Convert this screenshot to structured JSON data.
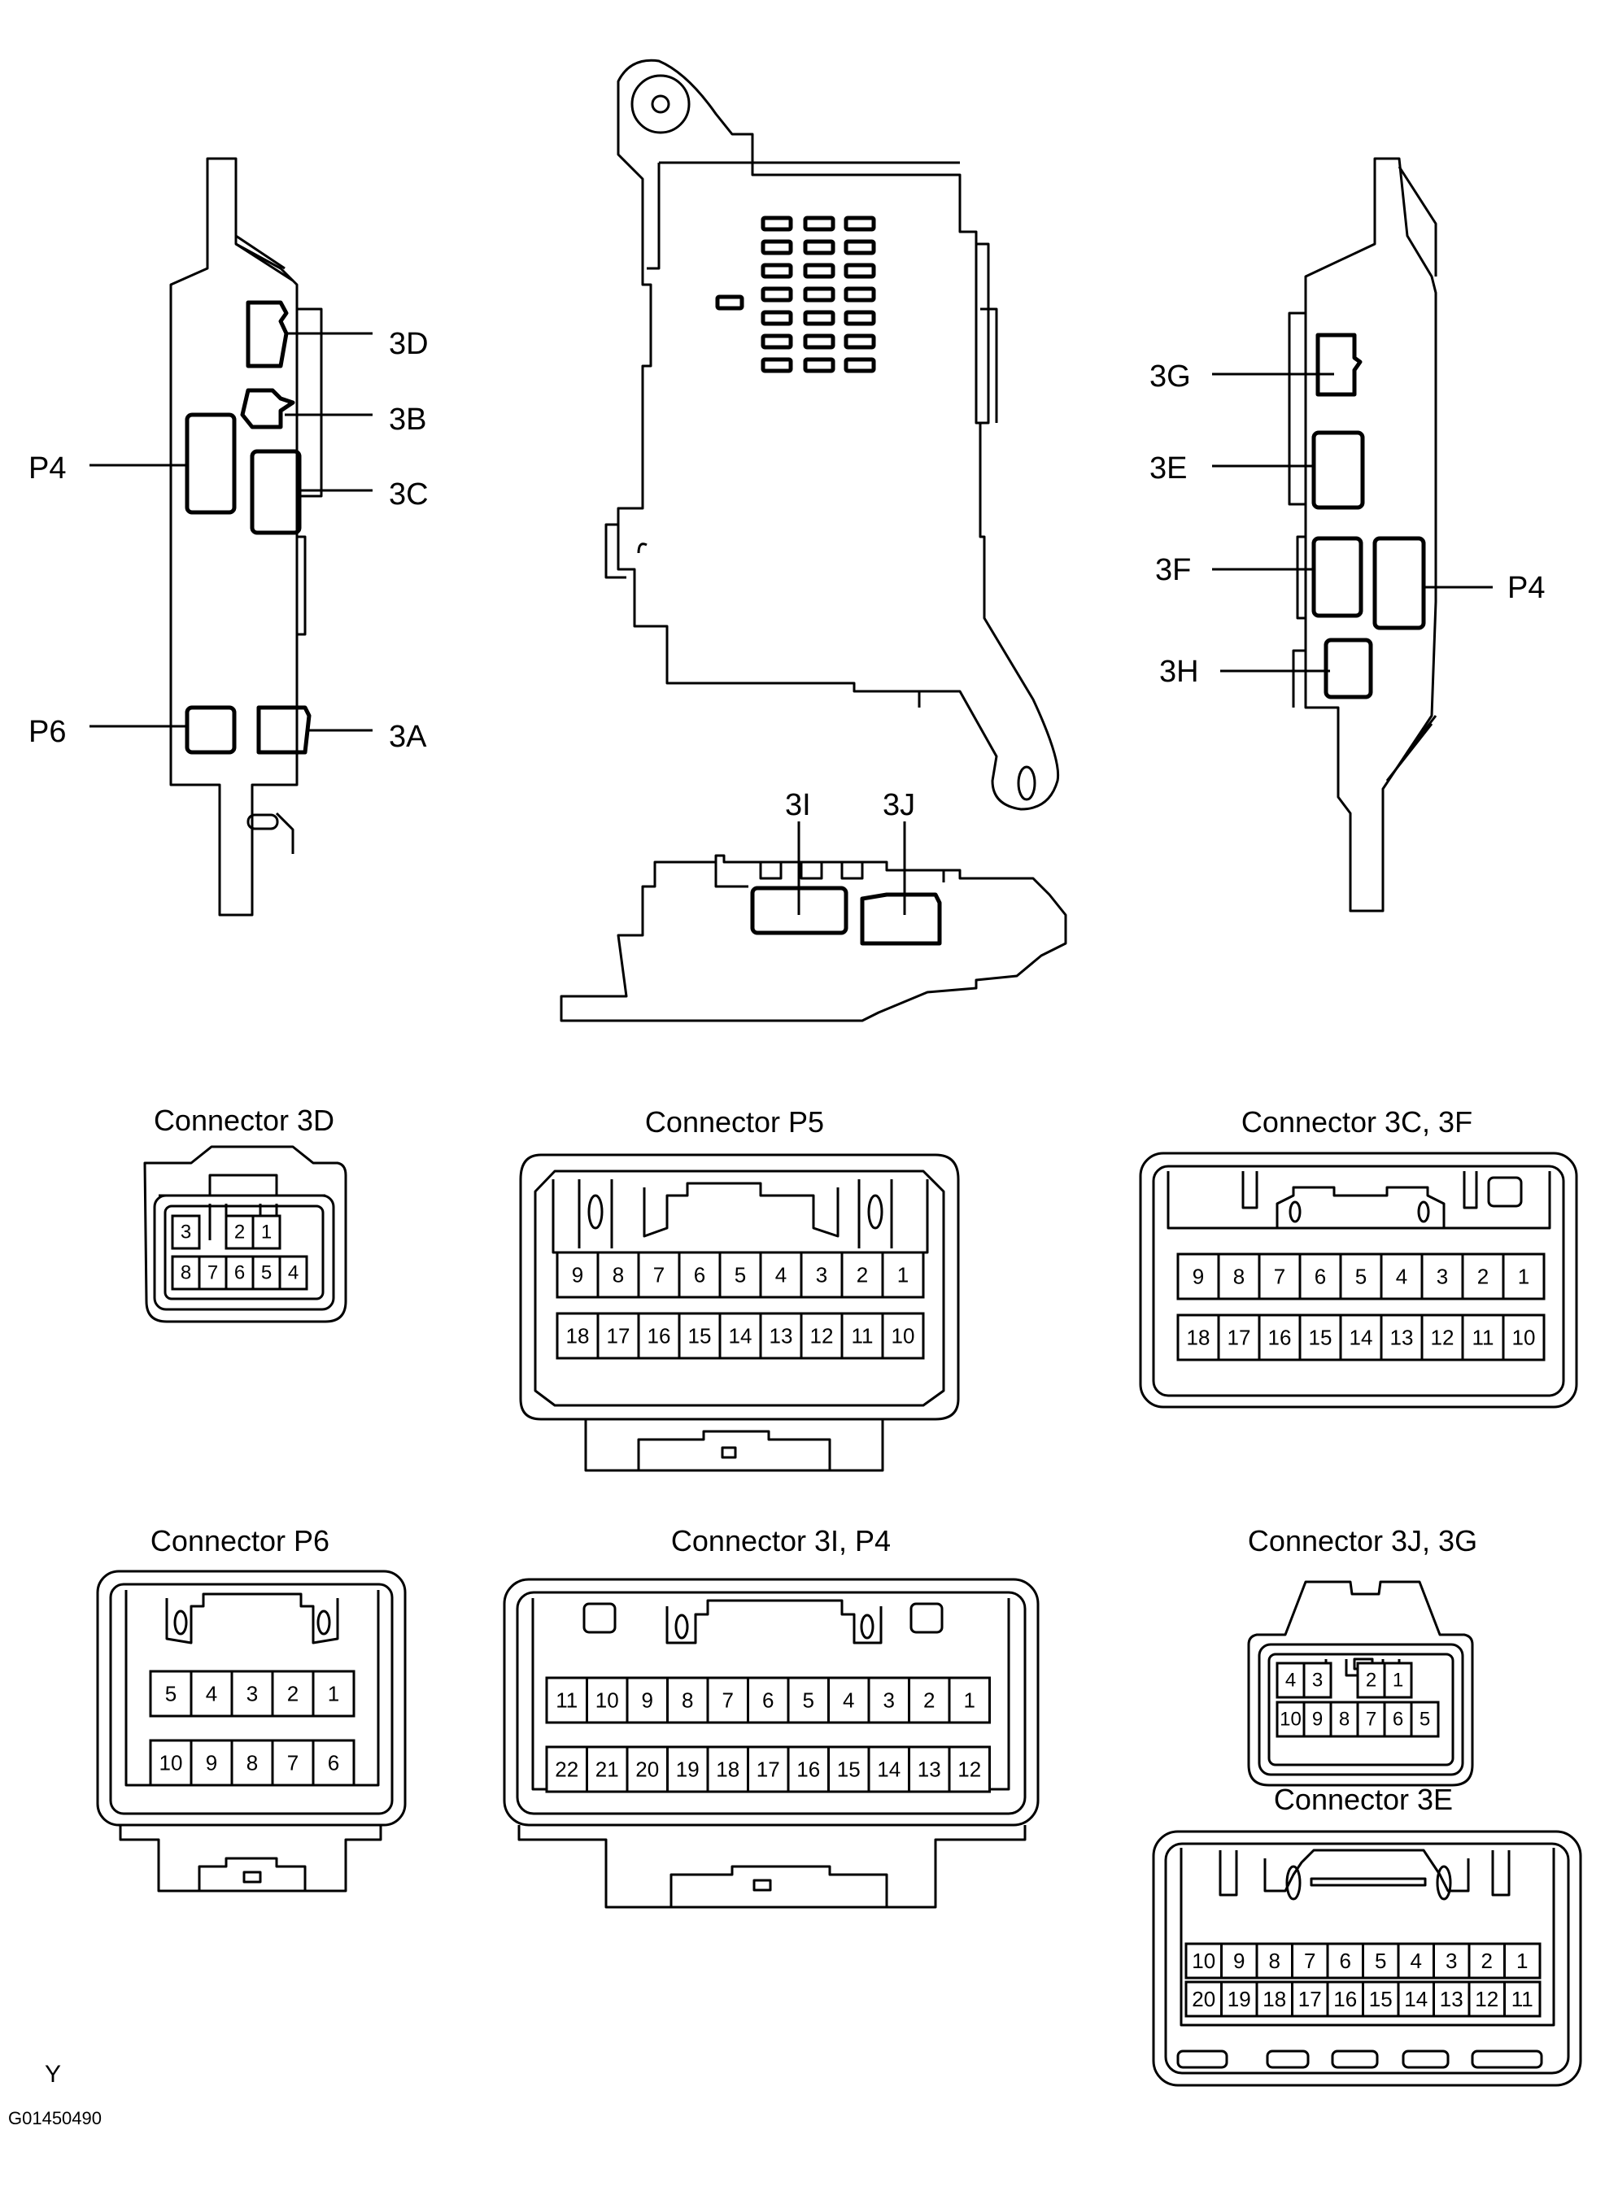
{
  "views": {
    "left": {
      "labels": [
        {
          "text": "3D"
        },
        {
          "text": "3B"
        },
        {
          "text": "P4"
        },
        {
          "text": "3C"
        },
        {
          "text": "P6"
        },
        {
          "text": "3A"
        }
      ]
    },
    "bottom": {
      "labels": [
        {
          "text": "3I"
        },
        {
          "text": "3J"
        }
      ]
    },
    "right": {
      "labels": [
        {
          "text": "3G"
        },
        {
          "text": "3E"
        },
        {
          "text": "3F"
        },
        {
          "text": "P4"
        },
        {
          "text": "3H"
        }
      ]
    }
  },
  "connectors": [
    {
      "title": "Connector 3D",
      "rows": [
        [
          "3",
          "",
          "2",
          "1"
        ],
        [
          "8",
          "7",
          "6",
          "5",
          "4"
        ]
      ]
    },
    {
      "title": "Connector P5",
      "rows": [
        [
          "9",
          "8",
          "7",
          "6",
          "5",
          "4",
          "3",
          "2",
          "1"
        ],
        [
          "18",
          "17",
          "16",
          "15",
          "14",
          "13",
          "12",
          "11",
          "10"
        ]
      ]
    },
    {
      "title": "Connector 3C, 3F",
      "rows": [
        [
          "9",
          "8",
          "7",
          "6",
          "5",
          "4",
          "3",
          "2",
          "1"
        ],
        [
          "18",
          "17",
          "16",
          "15",
          "14",
          "13",
          "12",
          "11",
          "10"
        ]
      ]
    },
    {
      "title": "Connector P6",
      "rows": [
        [
          "5",
          "4",
          "3",
          "2",
          "1"
        ],
        [
          "10",
          "9",
          "8",
          "7",
          "6"
        ]
      ]
    },
    {
      "title": "Connector 3I, P4",
      "rows": [
        [
          "11",
          "10",
          "9",
          "8",
          "7",
          "6",
          "5",
          "4",
          "3",
          "2",
          "1"
        ],
        [
          "22",
          "21",
          "20",
          "19",
          "18",
          "17",
          "16",
          "15",
          "14",
          "13",
          "12"
        ]
      ]
    },
    {
      "title": "Connector 3J, 3G",
      "rows": [
        [
          "4",
          "3",
          "",
          "2",
          "1"
        ],
        [
          "10",
          "9",
          "8",
          "7",
          "6",
          "5"
        ]
      ]
    },
    {
      "title": "Connector 3E",
      "rows": [
        [
          "10",
          "9",
          "8",
          "7",
          "6",
          "5",
          "4",
          "3",
          "2",
          "1"
        ],
        [
          "20",
          "19",
          "18",
          "17",
          "16",
          "15",
          "14",
          "13",
          "12",
          "11"
        ]
      ]
    }
  ],
  "footer": {
    "mark": "Y",
    "code": "G01450490"
  }
}
